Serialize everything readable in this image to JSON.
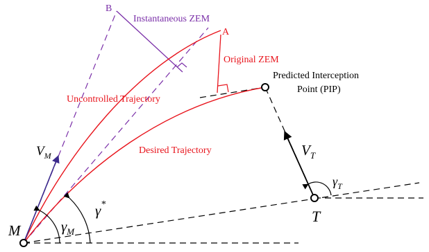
{
  "labels": {
    "point_b": "B",
    "instantaneous_zem": "Instantaneous ZEM",
    "point_a": "A",
    "original_zem": "Original ZEM",
    "pip_line1": "Predicted Interception",
    "pip_line2": "Point (PIP)",
    "uncontrolled": "Uncontrolled Trajectory",
    "desired": "Desired Trajectory"
  },
  "symbols": {
    "v_m": "V",
    "v_m_sub": "M",
    "v_t": "V",
    "v_t_sub": "T",
    "gamma_t": "γ",
    "gamma_t_sub": "T",
    "gamma_m": "γ",
    "gamma_m_sub": "M",
    "gamma_star": "γ",
    "gamma_star_sup": "*",
    "missile": "M",
    "target": "T"
  },
  "colors": {
    "trajectory": "#e8141c",
    "zem": "#7a2fa8",
    "missile_velocity": "#3b2a8c",
    "reference": "#000000"
  }
}
